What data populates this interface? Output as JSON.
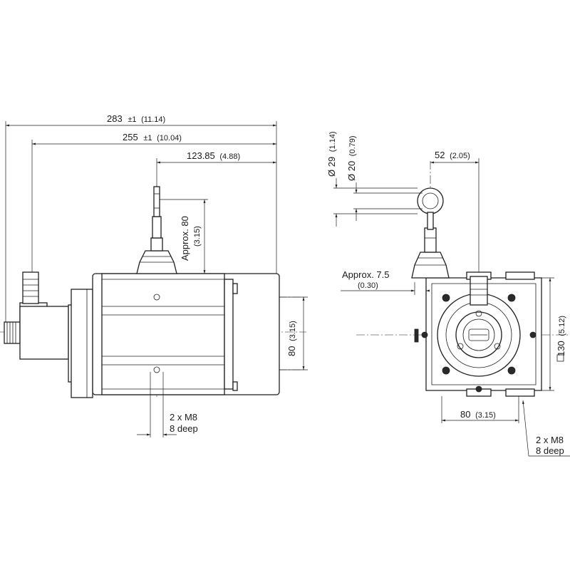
{
  "side_view": {
    "dim_overall": "283",
    "dim_overall_tol": "±1",
    "dim_overall_inch": "(11.14)",
    "dim_body": "255",
    "dim_body_tol": "±1",
    "dim_body_inch": "(10.04)",
    "dim_cable_exit": "123.85",
    "dim_cable_exit_inch": "(4.88)",
    "dim_approx_label": "Approx. 80",
    "dim_approx_inch": "(3.15)",
    "dim_height": "80",
    "dim_height_inch": "(3.15)",
    "thread_line1": "2 x M8",
    "thread_line2": "8 deep"
  },
  "front_view": {
    "dim_dia_outer": "Ø 29",
    "dim_dia_outer_inch": "(1.14)",
    "dim_dia_inner": "Ø 20",
    "dim_dia_inner_inch": "(0.79)",
    "dim_offset": "52",
    "dim_offset_inch": "(2.05)",
    "dim_approx_label": "Approx. 7.5",
    "dim_approx_inch": "(0.30)",
    "dim_square": "130",
    "dim_square_inch": "(5.12)",
    "dim_bottom": "80",
    "dim_bottom_inch": "(3.15)",
    "thread_line1": "2 x M8",
    "thread_line2": "8 deep"
  }
}
